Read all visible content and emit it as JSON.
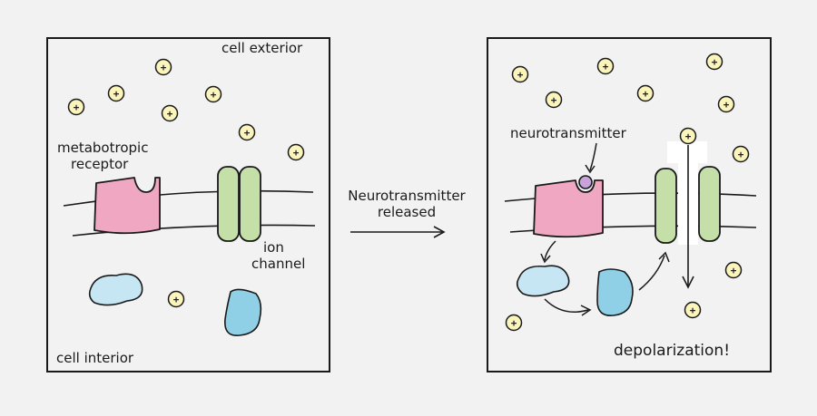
{
  "left_panel": {
    "label_exterior": "cell exterior",
    "label_interior": "cell interior",
    "label_receptor_line1": "metabotropic",
    "label_receptor_line2": "receptor",
    "label_channel_line1": "ion",
    "label_channel_line2": "channel"
  },
  "middle": {
    "label_line1": "Neurotransmitter",
    "label_line2": "released"
  },
  "right_panel": {
    "label_neurotransmitter": "neurotransmitter",
    "label_depolarization": "depolarization!"
  },
  "ion_symbol": "+",
  "colors": {
    "receptor": "#f0a8c2",
    "channel": "#c5dfa8",
    "g_protein_light": "#c5e6f2",
    "g_protein_dark": "#8fd0e6",
    "ion": "#fbf5bc",
    "neurotransmitter": "#c7a3d9",
    "panel_bg": "#f2f2f2",
    "stroke": "#1a1a1a"
  }
}
